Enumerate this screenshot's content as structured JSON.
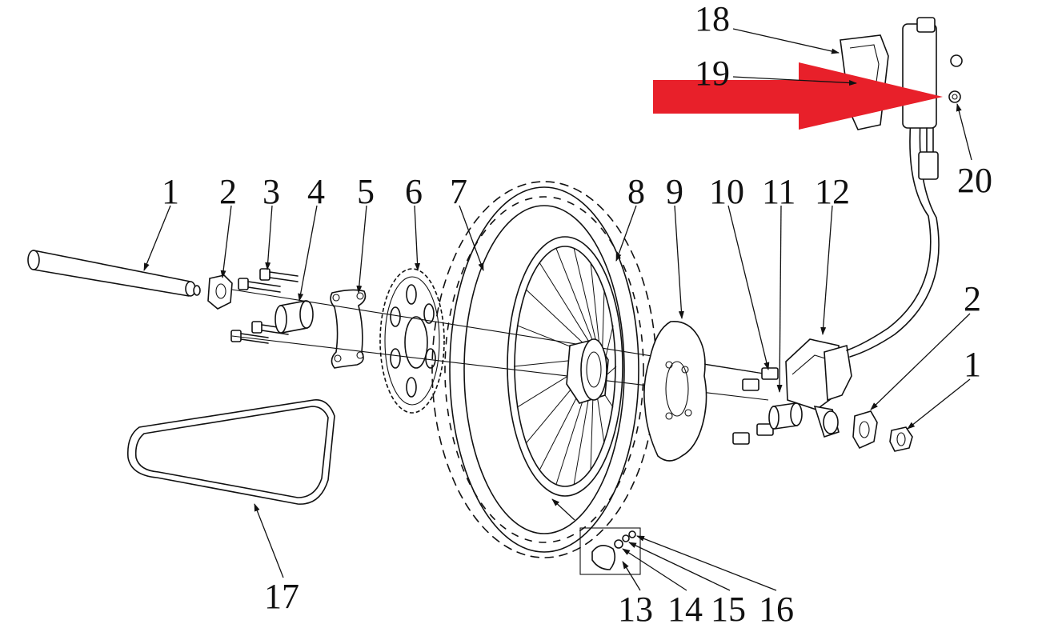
{
  "callouts": {
    "c1_left": "1",
    "c2_left": "2",
    "c3": "3",
    "c4": "4",
    "c5": "5",
    "c6": "6",
    "c7": "7",
    "c8": "8",
    "c9": "9",
    "c10": "10",
    "c11": "11",
    "c12": "12",
    "c2_right": "2",
    "c1_right": "1",
    "c13": "13",
    "c14": "14",
    "c15": "15",
    "c16": "16",
    "c17": "17",
    "c18": "18",
    "c19": "19",
    "c20": "20"
  },
  "colors": {
    "arrow": "#e8202a",
    "ink": "#111111",
    "background": "#ffffff"
  }
}
